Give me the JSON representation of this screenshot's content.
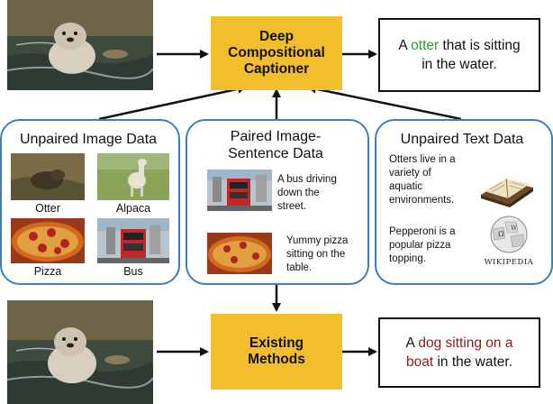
{
  "top_box": {
    "line1": "Deep",
    "line2": "Compositional",
    "line3": "Captioner"
  },
  "top_output": {
    "pre": "A ",
    "highlight": "otter",
    "post": " that is sitting",
    "line2": "in the water."
  },
  "bottom_box": {
    "line1": "Existing",
    "line2": "Methods"
  },
  "bottom_output": {
    "pre": "A ",
    "highlight1": "dog sitting on a",
    "highlight2": "boat",
    "post": " in the water."
  },
  "panels": {
    "unpaired_image": {
      "title": "Unpaired Image Data",
      "labels": [
        "Otter",
        "Alpaca",
        "Pizza",
        "Bus"
      ]
    },
    "paired": {
      "title_line1": "Paired Image-",
      "title_line2": "Sentence Data",
      "caption1": [
        "A bus driving",
        "down the",
        "street."
      ],
      "caption2": [
        "Yummy pizza",
        "sitting on the",
        "table."
      ]
    },
    "unpaired_text": {
      "title": "Unpaired Text Data",
      "text1": [
        "Otters live in a",
        "variety of",
        "aquatic",
        "environments."
      ],
      "text2": [
        "Pepperoni is a",
        "popular pizza",
        "topping."
      ],
      "wiki_label": "WIKIPEDIA"
    }
  },
  "colors": {
    "accent_yellow": "#f2be2c",
    "panel_blue": "#3a7fc1",
    "highlight_green": "#2e9b2e",
    "highlight_red": "#8b1a1a"
  },
  "icons": [
    "otter-photo",
    "alpaca-photo",
    "pizza-photo",
    "bus-photo",
    "book-icon",
    "wikipedia-globe-icon"
  ]
}
